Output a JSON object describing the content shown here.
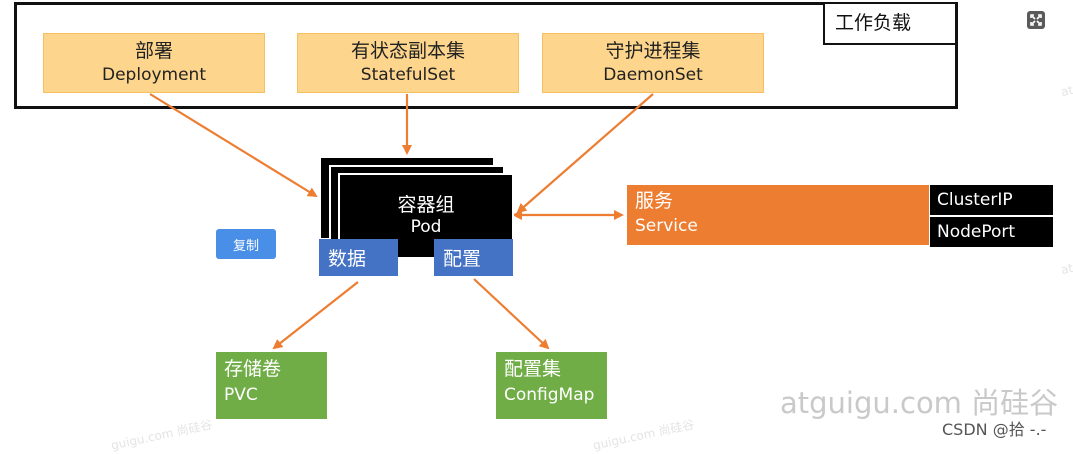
{
  "workload": {
    "title": "工作负载"
  },
  "controllers": {
    "deployment": {
      "zh": "部署",
      "en": "Deployment"
    },
    "statefulset": {
      "zh": "有状态副本集",
      "en": "StatefulSet"
    },
    "daemonset": {
      "zh": "守护进程集",
      "en": "DaemonSet"
    }
  },
  "pod": {
    "zh": "容器组",
    "en": "Pod",
    "data_label": "数据",
    "config_label": "配置"
  },
  "copy_button": {
    "label": "复制"
  },
  "service": {
    "zh": "服务",
    "en": "Service",
    "types": [
      "ClusterIP",
      "NodePort"
    ]
  },
  "storage": {
    "pvc": {
      "zh": "存储卷",
      "en": "PVC"
    },
    "configmap": {
      "zh": "配置集",
      "en": "ConfigMap"
    }
  },
  "watermark": {
    "brand": "atguigu.com  尚硅谷",
    "credit": "CSDN @拾 -.-",
    "small": "guigu.com  尚硅谷",
    "edge": "at"
  },
  "colors": {
    "controller": "#fdd58c",
    "pod": "#000000",
    "pod_tab": "#4472c4",
    "service": "#ed7d31",
    "storage": "#70ad47",
    "arrow": "#ed7d31"
  },
  "icons": {
    "expand": "expand-icon"
  }
}
